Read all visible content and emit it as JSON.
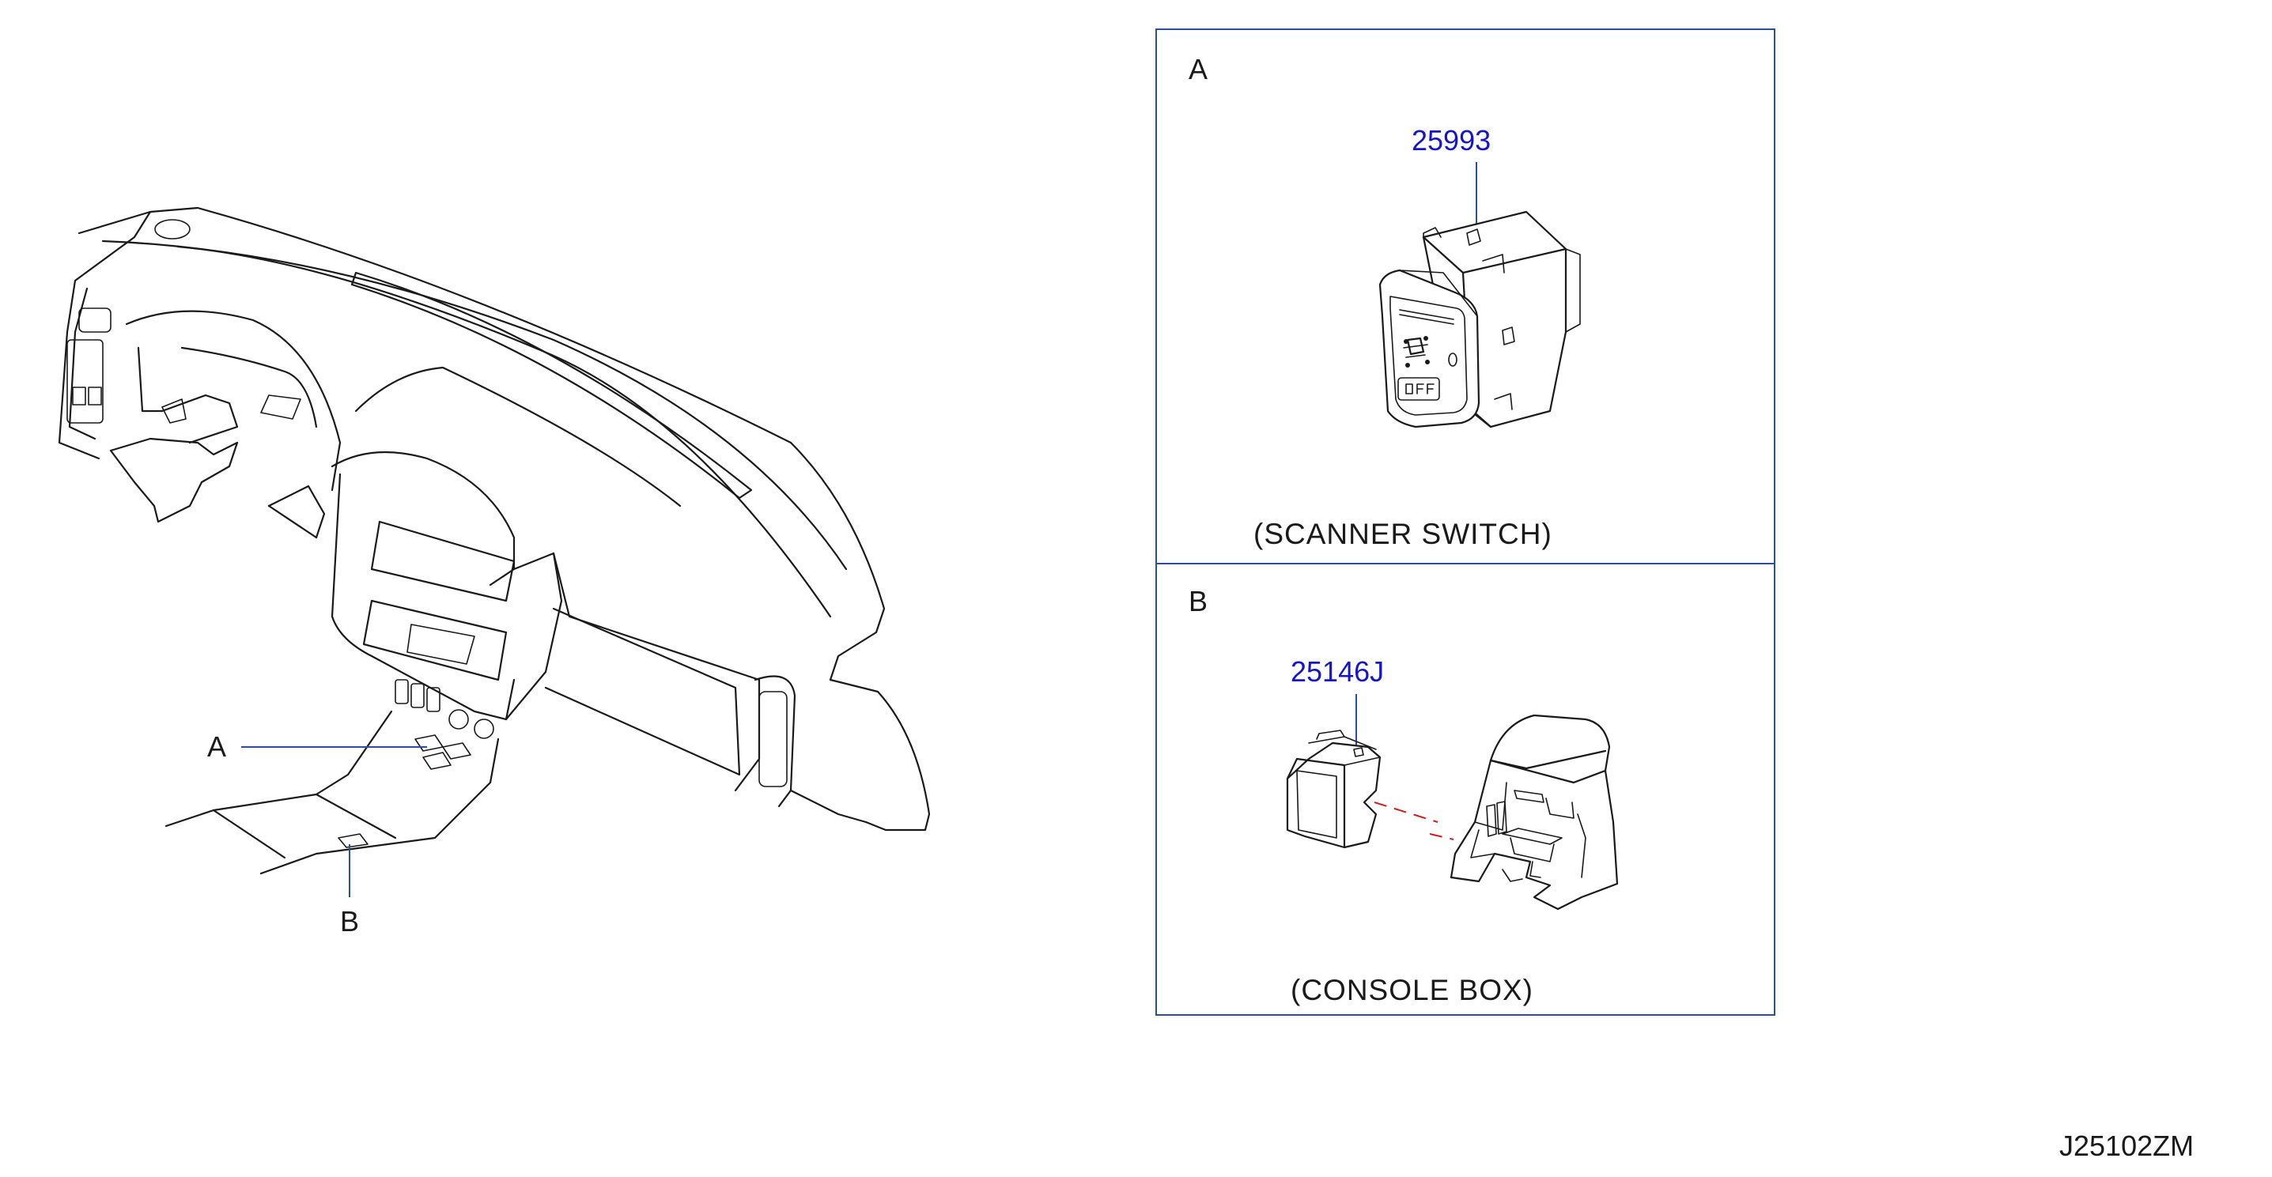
{
  "callouts": {
    "a": "A",
    "b": "B"
  },
  "panel_a": {
    "letter": "A",
    "part_number": "25993",
    "caption": "(SCANNER  SWITCH)"
  },
  "panel_b": {
    "letter": "B",
    "part_number": "25146J",
    "caption": "(CONSOLE  BOX)"
  },
  "diagram_code": "J25102ZM",
  "colors": {
    "part_number": "#1515c9",
    "leader": "#2b4f9e",
    "frame": "#2b4f9e",
    "guide_dash": "#d21d1d",
    "line_art": "#1a1a1a"
  }
}
